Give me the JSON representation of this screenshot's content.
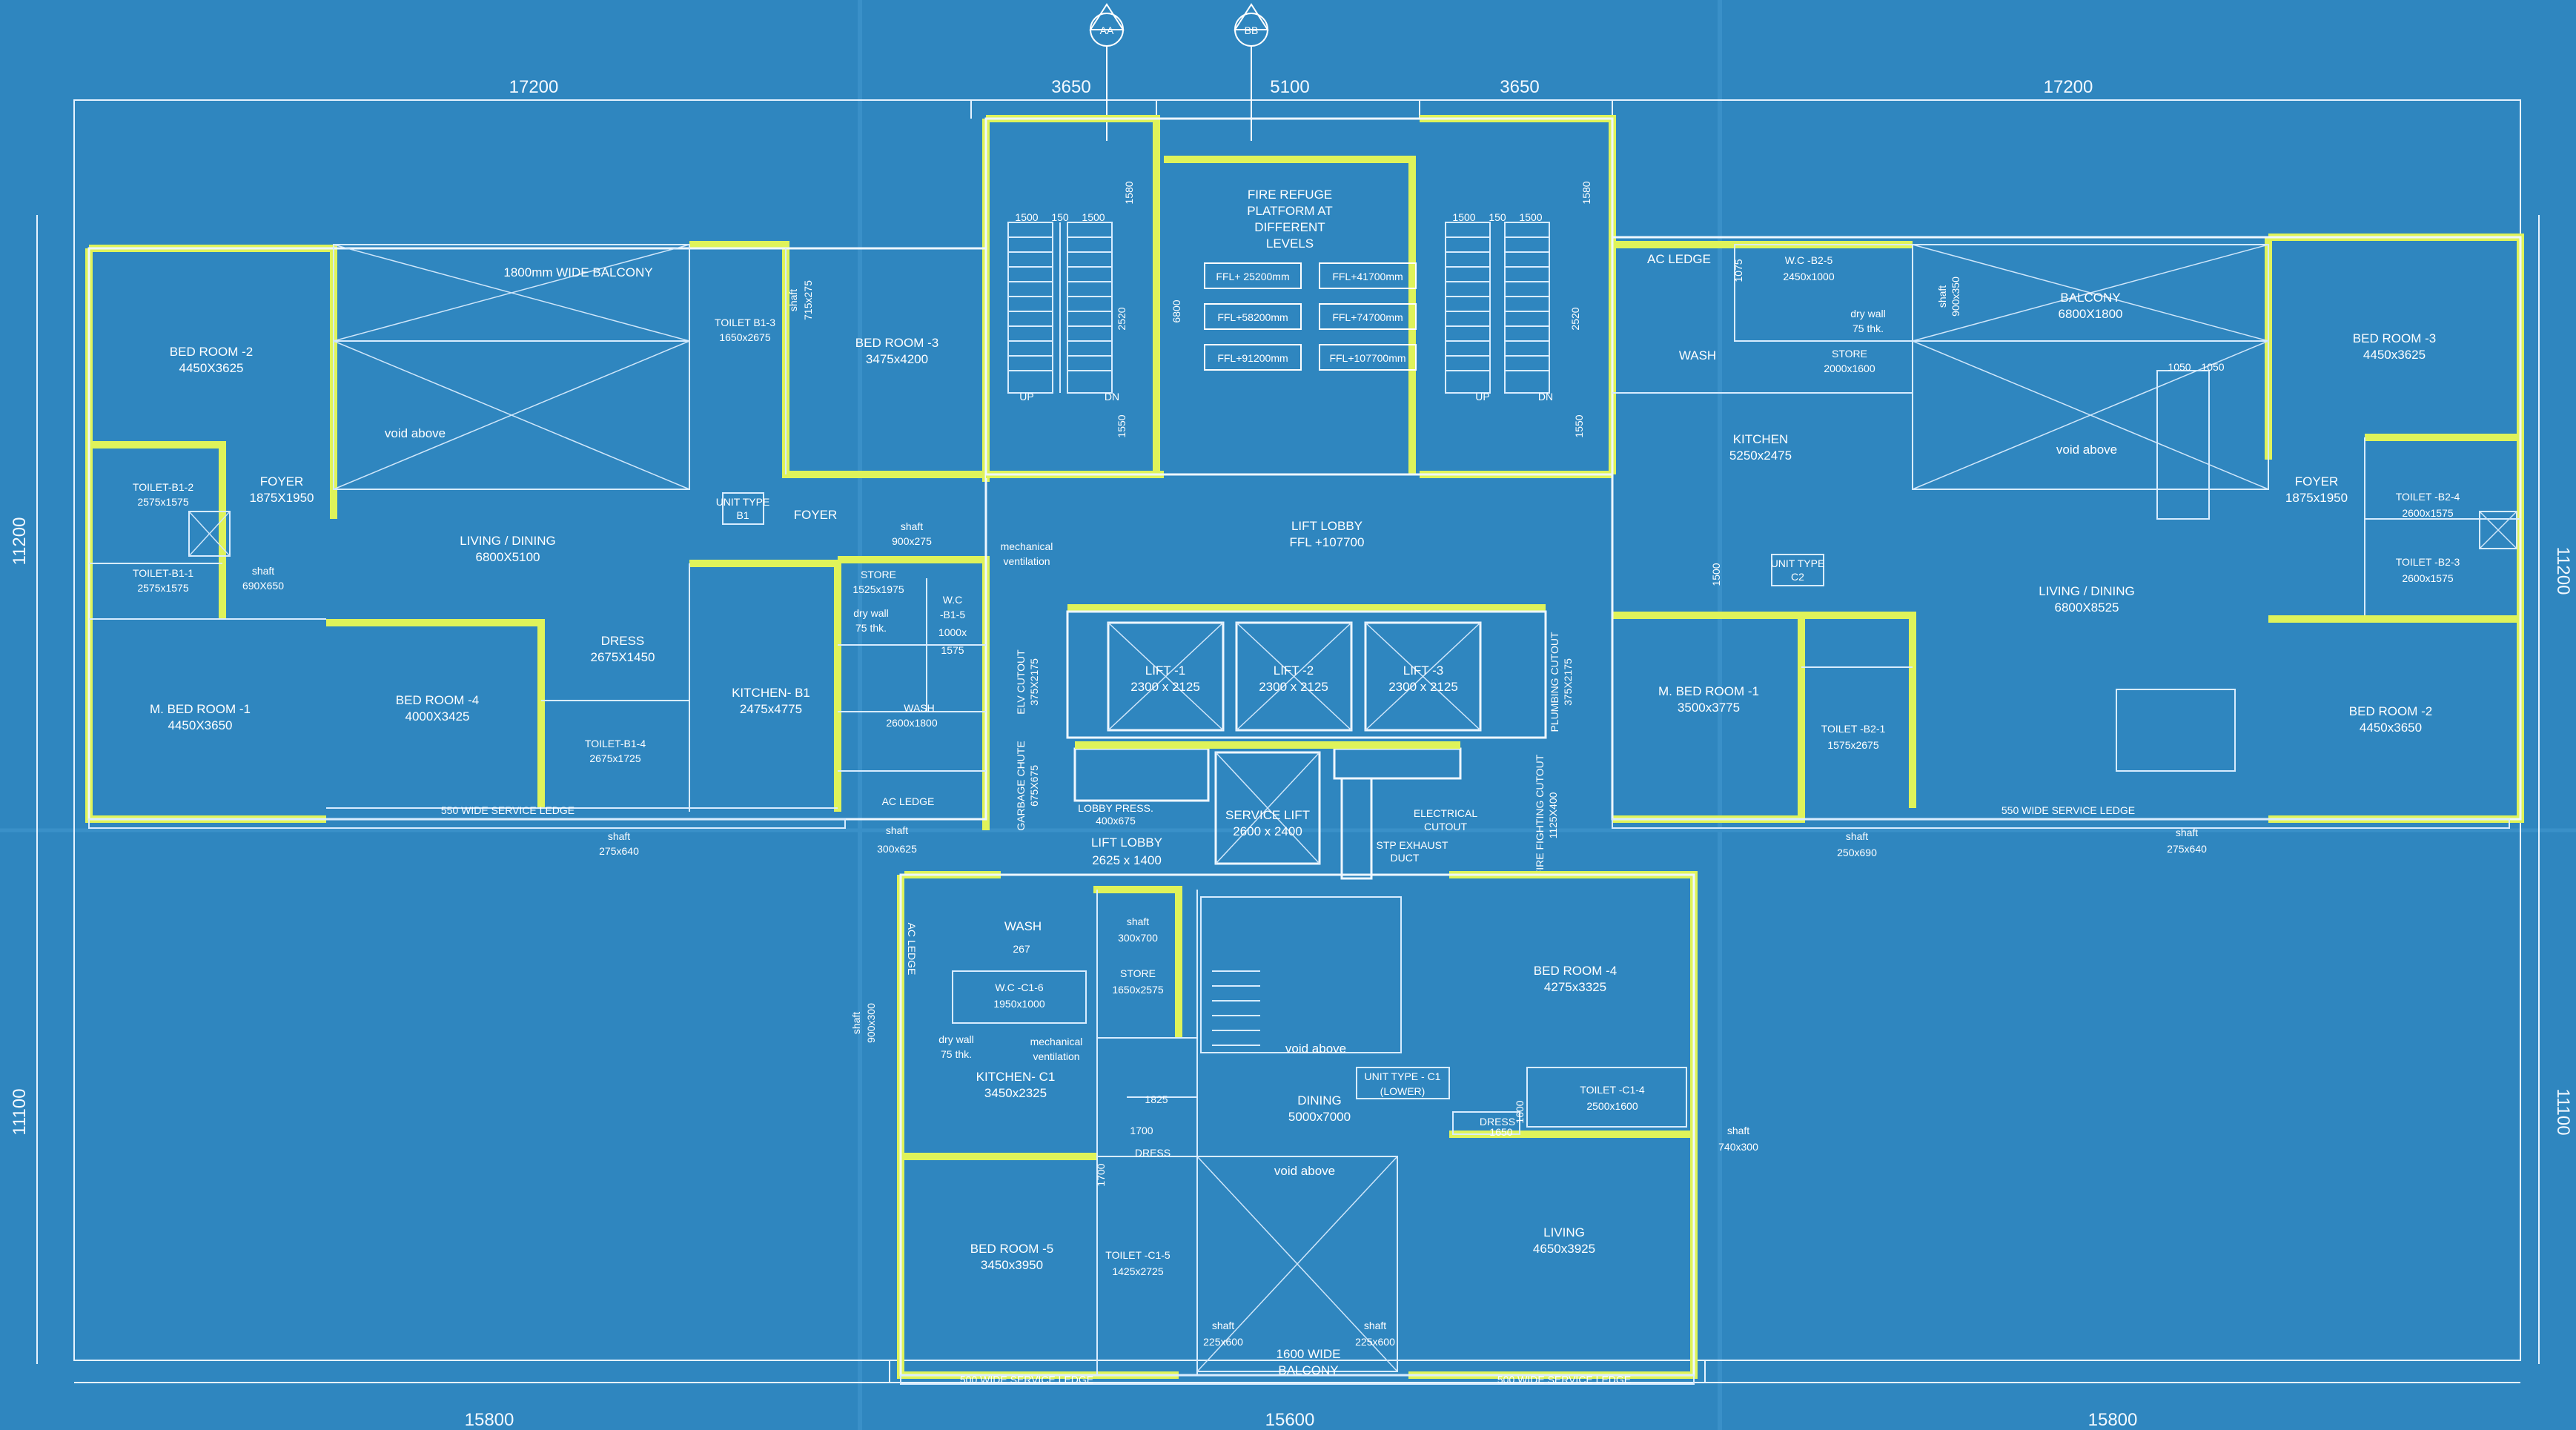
{
  "sections": [
    "AA",
    "BB"
  ],
  "dimensions_top": [
    "17200",
    "3650",
    "5100",
    "3650",
    "17200"
  ],
  "dimensions_bottom": [
    "15800",
    "15600",
    "15800"
  ],
  "dimensions_side": [
    "11200",
    "11200",
    "11100",
    "11100"
  ],
  "fire_refuge": {
    "line1": "FIRE REFUGE",
    "line2": "PLATFORM AT",
    "line3": "DIFFERENT",
    "line4": "LEVELS",
    "levels": [
      "FFL+ 25200mm",
      "FFL+41700mm",
      "FFL+58200mm",
      "FFL+74700mm",
      "FFL+91200mm",
      "FFL+107700mm"
    ]
  },
  "stairs": {
    "up": "UP",
    "down": "DN",
    "dims": [
      "1500",
      "150",
      "1500",
      "1580",
      "2520",
      "1550",
      "6800"
    ]
  },
  "lift_lobby": {
    "name": "LIFT LOBBY",
    "ffl": "FFL +107700"
  },
  "lifts": [
    {
      "name": "LIFT -1",
      "size": "2300 x 2125"
    },
    {
      "name": "LIFT -2",
      "size": "2300 x 2125"
    },
    {
      "name": "LIFT -3",
      "size": "2300 x 2125"
    }
  ],
  "service_lift": {
    "name": "SERVICE LIFT",
    "size": "2600 x 2400"
  },
  "core_labels": {
    "elv_cutout": "ELV CUTOUT",
    "elv_cutout_size": "375X2175",
    "plumbing_cutout": "PLUMBING CUTOUT",
    "plumbing_cutout_size": "375X2175",
    "garbage_chute": "GARBAGE CHUTE",
    "garbage_chute_size": "675X675",
    "lobby_press": "LOBBY PRESS.",
    "lobby_press_size": "400x675",
    "small_lobby": "LIFT LOBBY",
    "small_lobby_size": "2625 x 1400",
    "electrical_cutout_1": "ELECTRICAL",
    "electrical_cutout_2": "CUTOUT",
    "electrical_cutout_size": "1125X400",
    "fire_fighting_cutout": "FIRE FIGHTING CUTOUT",
    "stp_exhaust": "STP EXHAUST",
    "duct": "DUCT",
    "mechanical_ventilation_1": "mechanical",
    "mechanical_ventilation_2": "ventilation"
  },
  "unit_b1": {
    "unit_type_1": "UNIT TYPE",
    "unit_type_2": "B1",
    "balcony": "1800mm WIDE BALCONY",
    "void": "void above",
    "living": {
      "name": "LIVING / DINING",
      "size": "6800X5100"
    },
    "bed2": {
      "name": "BED ROOM -2",
      "size": "4450X3625"
    },
    "bed3": {
      "name": "BED ROOM -3",
      "size": "3475x4200"
    },
    "bed4": {
      "name": "BED ROOM -4",
      "size": "4000X3425"
    },
    "mbed1": {
      "name": "M. BED ROOM -1",
      "size": "4450X3650"
    },
    "foyer": {
      "name": "FOYER",
      "size": "1875X1950"
    },
    "foyer2": "FOYER",
    "toilet_b1_2": {
      "name": "TOILET-B1-2",
      "size": "2575x1575"
    },
    "toilet_b1_1": {
      "name": "TOILET-B1-1",
      "size": "2575x1575"
    },
    "toilet_b1_3": {
      "name": "TOILET B1-3",
      "size": "1650x2675"
    },
    "toilet_b1_4": {
      "name": "TOILET-B1-4",
      "size": "2675x1725"
    },
    "dress": {
      "name": "DRESS",
      "size": "2675X1450"
    },
    "kitchen": {
      "name": "KITCHEN- B1",
      "size": "2475x4775"
    },
    "store": {
      "name": "STORE",
      "size": "1525x1975"
    },
    "wc": {
      "name": "W.C",
      "name2": "-B1-5",
      "size1": "1000x",
      "size2": "1575"
    },
    "wash": {
      "name": "WASH",
      "size": "2600x1800"
    },
    "ac_ledge": "AC LEDGE",
    "dry_wall_1": "dry wall",
    "dry_wall_2": "75 thk.",
    "shaft1": {
      "name": "shaft",
      "size": "690X650"
    },
    "shaft2": {
      "name": "shaft",
      "size": "900x275"
    },
    "shaft3": {
      "name": "shaft",
      "size": "275x640"
    },
    "shaft4": {
      "name": "shaft",
      "size": "300x625"
    },
    "shaft5": {
      "name": "shaft",
      "size": "715x275"
    },
    "service_ledge": "550 WIDE SERVICE LEDGE"
  },
  "unit_c2": {
    "unit_type_1": "UNIT TYPE",
    "unit_type_2": "C2",
    "ac_ledge": "AC LEDGE",
    "wc": {
      "name": "W.C -B2-5",
      "size": "2450x1000"
    },
    "dry_wall_1": "dry wall",
    "dry_wall_2": "75 thk.",
    "store": {
      "name": "STORE",
      "size": "2000x1600"
    },
    "wash": "WASH",
    "kitchen": {
      "name": "KITCHEN",
      "size": "5250x2475"
    },
    "balcony": {
      "name": "BALCONY",
      "size": "6800X1800"
    },
    "void": "void above",
    "bed3": {
      "name": "BED ROOM -3",
      "size": "4450x3625"
    },
    "foyer": {
      "name": "FOYER",
      "size": "1875x1950"
    },
    "toilet_b2_4": {
      "name": "TOILET -B2-4",
      "size": "2600x1575"
    },
    "toilet_b2_3": {
      "name": "TOILET -B2-3",
      "size": "2600x1575"
    },
    "living": {
      "name": "LIVING / DINING",
      "size": "6800X8525"
    },
    "mbed1": {
      "name": "M. BED ROOM -1",
      "size": "3500x3775"
    },
    "toilet_b2_1": {
      "name": "TOILET -B2-1",
      "size": "1575x2675"
    },
    "bed2": {
      "name": "BED ROOM -2",
      "size": "4450x3650"
    },
    "shaft1": {
      "name": "shaft",
      "size": "250x690"
    },
    "shaft2": {
      "name": "shaft",
      "size": "275x640"
    },
    "shaft3": {
      "name": "shaft",
      "size": "900x350"
    },
    "service_ledge": "550 WIDE SERVICE LEDGE",
    "dim_1500": "1500",
    "dim_1075": "1075",
    "dim_1050a": "1050",
    "dim_1050b": "1050"
  },
  "unit_c1": {
    "unit_type_1": "UNIT TYPE - C1",
    "unit_type_2": "(LOWER)",
    "ac_ledge": "AC LEDGE",
    "wash": "WASH",
    "shaft1": {
      "name": "shaft",
      "size": "300x700"
    },
    "store": {
      "name": "STORE",
      "size": "1650x2575"
    },
    "wc": {
      "name": "W.C -C1-6",
      "size": "1950x1000"
    },
    "dry_wall_1": "dry wall",
    "dry_wall_2": "75 thk.",
    "mech_1": "mechanical",
    "mech_2": "ventilation",
    "kitchen": {
      "name": "KITCHEN- C1",
      "size": "3450x2325"
    },
    "void1": "void above",
    "dining": {
      "name": "DINING",
      "size": "5000x7000"
    },
    "bed4": {
      "name": "BED ROOM -4",
      "size": "4275x3325"
    },
    "toilet_c1_4": {
      "name": "TOILET -C1-4",
      "size": "2500x1600"
    },
    "dress1": "DRESS",
    "dress2": "DRESS",
    "dim_1650": "1650",
    "dim_1825": "1825",
    "dim_1700a": "1700",
    "dim_1700b": "1700",
    "dim_267": "267",
    "dim_1600": "1600",
    "shaft2": {
      "name": "shaft",
      "size": "740x300"
    },
    "shaft3": {
      "name": "shaft",
      "size": "900x300"
    },
    "shaft4": {
      "name": "shaft",
      "size": "225x600"
    },
    "shaft5": {
      "name": "shaft",
      "size": "225x600"
    },
    "bed5": {
      "name": "BED ROOM -5",
      "size": "3450x3950"
    },
    "toilet_c1_5": {
      "name": "TOILET -C1-5",
      "size": "1425x2725"
    },
    "void2": "void above",
    "living": {
      "name": "LIVING",
      "size": "4650x3925"
    },
    "balcony1": "1600 WIDE",
    "balcony2": "BALCONY",
    "service_ledge_l": "500 WIDE SERVICE LEDGE",
    "service_ledge_r": "500 WIDE SERVICE LEDGE"
  }
}
